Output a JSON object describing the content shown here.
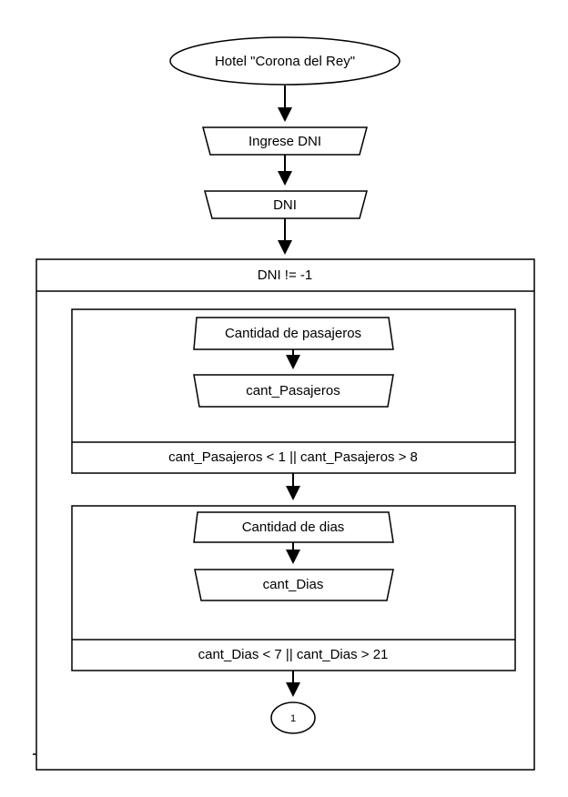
{
  "start": {
    "label": "Hotel \"Corona del Rey\""
  },
  "steps": [
    {
      "kind": "output",
      "label": "Ingrese DNI"
    },
    {
      "kind": "input",
      "label": "DNI"
    }
  ],
  "while_loop": {
    "condition": "DNI != -1",
    "do_while_blocks": [
      {
        "steps": [
          {
            "kind": "output",
            "label": "Cantidad de pasajeros"
          },
          {
            "kind": "input",
            "label": "cant_Pasajeros"
          }
        ],
        "condition": "cant_Pasajeros < 1 || cant_Pasajeros > 8"
      },
      {
        "steps": [
          {
            "kind": "output",
            "label": "Cantidad de dias"
          },
          {
            "kind": "input",
            "label": "cant_Dias"
          }
        ],
        "condition": "cant_Dias < 7 || cant_Dias > 21"
      }
    ],
    "connector": {
      "label": "1"
    }
  }
}
